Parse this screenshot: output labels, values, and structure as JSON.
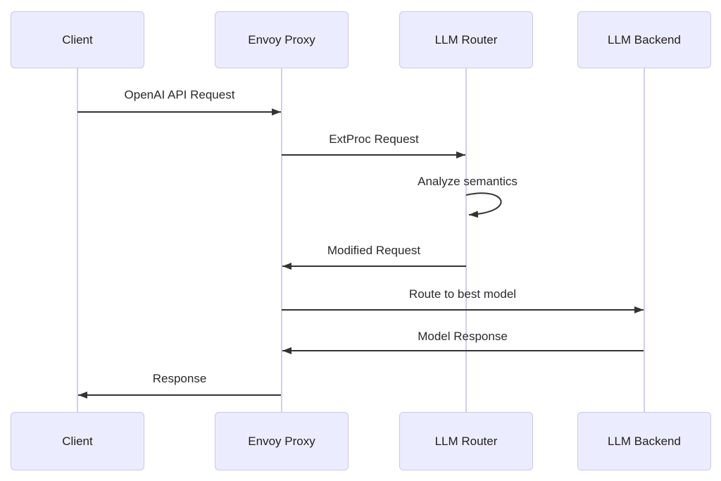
{
  "diagram": {
    "type": "sequence-diagram",
    "actors": [
      {
        "label": "Client"
      },
      {
        "label": "Envoy Proxy"
      },
      {
        "label": "LLM Router"
      },
      {
        "label": "LLM Backend"
      }
    ],
    "messages": [
      {
        "from": "Client",
        "to": "Envoy Proxy",
        "label": "OpenAI API Request",
        "arrow": "solid-right"
      },
      {
        "from": "Envoy Proxy",
        "to": "LLM Router",
        "label": "ExtProc Request",
        "arrow": "solid-right"
      },
      {
        "from": "LLM Router",
        "to": "LLM Router",
        "label": "Analyze semantics",
        "arrow": "self-loop"
      },
      {
        "from": "LLM Router",
        "to": "Envoy Proxy",
        "label": "Modified Request",
        "arrow": "solid-left"
      },
      {
        "from": "Envoy Proxy",
        "to": "LLM Backend",
        "label": "Route to best model",
        "arrow": "solid-right"
      },
      {
        "from": "LLM Backend",
        "to": "Envoy Proxy",
        "label": "Model Response",
        "arrow": "solid-left"
      },
      {
        "from": "Envoy Proxy",
        "to": "Client",
        "label": "Response",
        "arrow": "solid-left"
      }
    ],
    "colors": {
      "actor_fill": "#ECECFF",
      "actor_border": "#C9C9E8",
      "lifeline": "#D2CEF0",
      "arrow": "#333333",
      "text": "#2A2A2A",
      "background": "#FFFFFF"
    }
  }
}
